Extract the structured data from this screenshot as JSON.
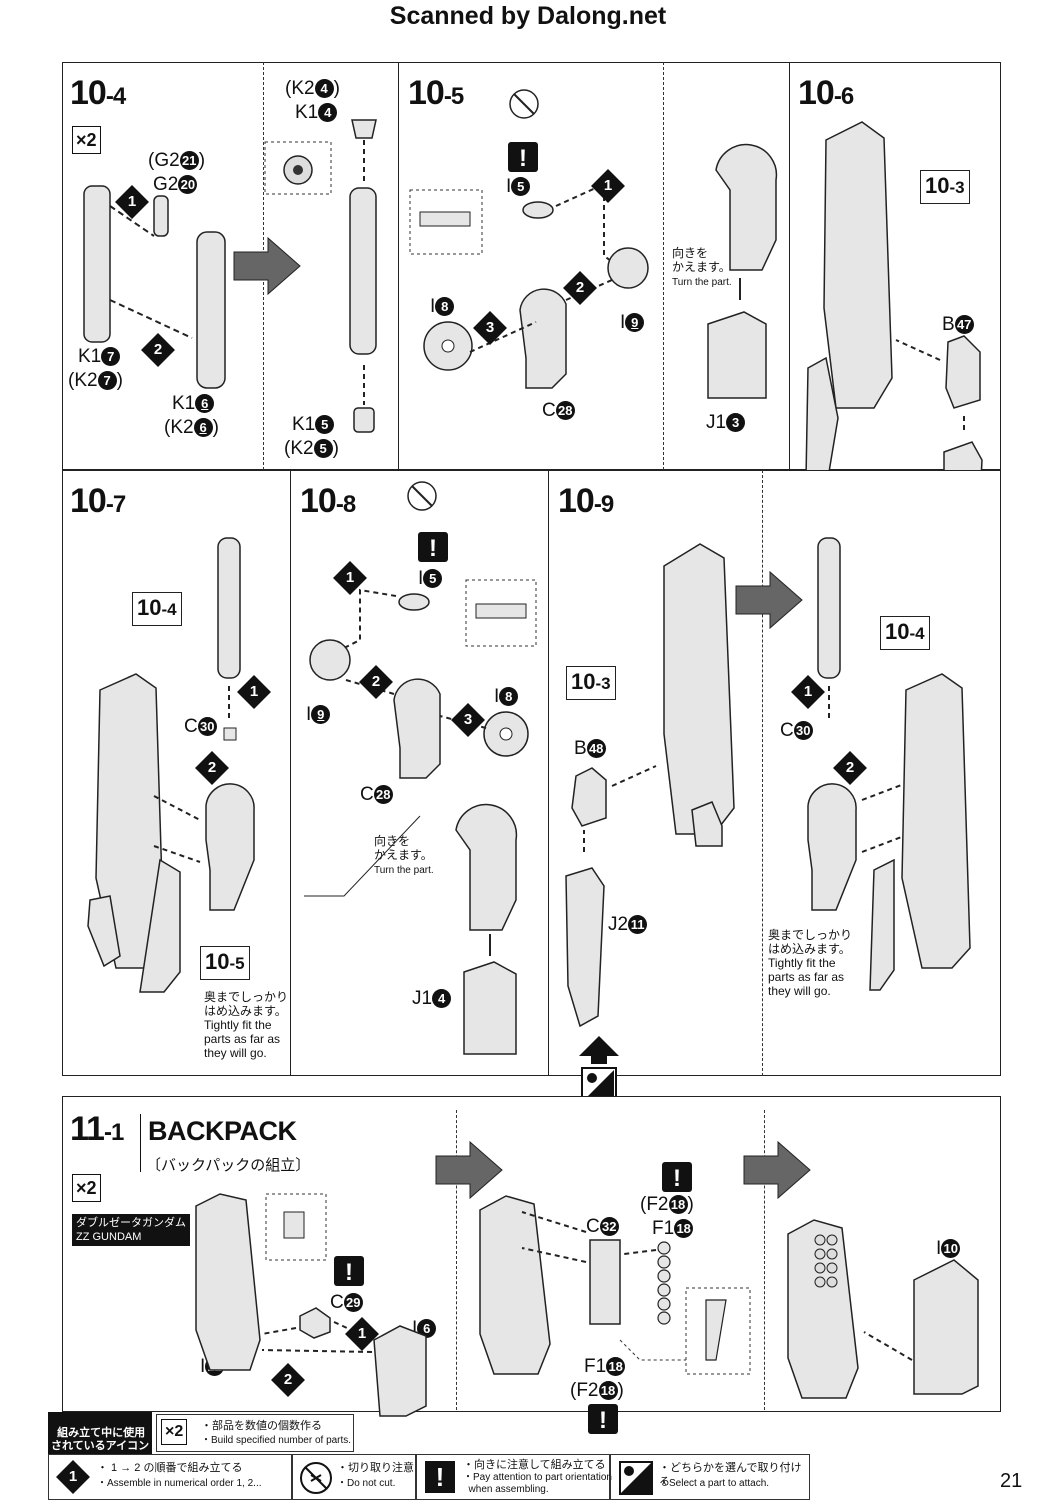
{
  "header": {
    "title": "Scanned by Dalong.net"
  },
  "steps": {
    "s10_4": {
      "major": "10",
      "minor": "-4",
      "repeat": "×2",
      "labels": {
        "g2_21": "(G2",
        "g2_21n": "21",
        "g2_21c": ")",
        "g2_20": "G2",
        "g2_20n": "20",
        "k1_7": "K1",
        "k1_7n": "7",
        "k2_7": "(K2",
        "k2_7n": "7",
        "k2_7c": ")",
        "k1_6": "K1",
        "k1_6n": "6",
        "k2_6": "(K2",
        "k2_6n": "6",
        "k2_6c": ")",
        "k2_4": "(K2",
        "k2_4n": "4",
        "k2_4c": ")",
        "k1_4": "K1",
        "k1_4n": "4",
        "k1_5": "K1",
        "k1_5n": "5",
        "k2_5": "(K2",
        "k2_5n": "5",
        "k2_5c": ")"
      }
    },
    "s10_5": {
      "major": "10",
      "minor": "-5",
      "labels": {
        "i5": "I",
        "i5n": "5",
        "i8": "I",
        "i8n": "8",
        "i9": "I",
        "i9n": "9",
        "c28": "C",
        "c28n": "28",
        "j1_3": "J1",
        "j1_3n": "3"
      },
      "note_jp": "向きを\nかえます。",
      "note_en": "Turn the part."
    },
    "s10_6": {
      "major": "10",
      "minor": "-6",
      "ref": "10",
      "ref_minor": "-3",
      "labels": {
        "b47": "B",
        "b47n": "47",
        "j2_11": "J2",
        "j2_11n": "11"
      }
    },
    "s10_7": {
      "major": "10",
      "minor": "-7",
      "ref_top": "10",
      "ref_top_minor": "-4",
      "ref_bot": "10",
      "ref_bot_minor": "-5",
      "labels": {
        "c30": "C",
        "c30n": "30"
      },
      "note_jp": "奥までしっかり\nはめ込みます。",
      "note_en": "Tightly fit the\nparts as far as\nthey will go."
    },
    "s10_8": {
      "major": "10",
      "minor": "-8",
      "labels": {
        "i5": "I",
        "i5n": "5",
        "i9": "I",
        "i9n": "9",
        "i8": "I",
        "i8n": "8",
        "c28": "C",
        "c28n": "28",
        "j1_4": "J1",
        "j1_4n": "4"
      },
      "note_jp": "向きを\nかえます。",
      "note_en": "Turn the part."
    },
    "s10_9": {
      "major": "10",
      "minor": "-9",
      "ref_a": "10",
      "ref_a_minor": "-3",
      "ref_b": "10",
      "ref_b_minor": "-4",
      "labels": {
        "b48": "B",
        "b48n": "48",
        "j2_11": "J2",
        "j2_11n": "11",
        "c30": "C",
        "c30n": "30"
      },
      "note_jp": "奥までしっかり\nはめ込みます。",
      "note_en": "Tightly fit the\nparts as far as\nthey will go."
    },
    "s11_1": {
      "major": "11",
      "minor": "-1",
      "title": "BACKPACK",
      "subtitle_jp": "〔バックパックの組立〕",
      "repeat": "×2",
      "badge_jp": "ダブルゼータガンダム",
      "badge_en": "ZZ GUNDAM",
      "labels": {
        "c29": "C",
        "c29n": "29",
        "i6": "I",
        "i6n": "6",
        "i12": "I",
        "i12n": "12",
        "c32": "C",
        "c32n": "32",
        "f2_18a": "(F2",
        "f2_18an": "18",
        "f2_18ac": ")",
        "f1_18a": "F1",
        "f1_18an": "18",
        "f1_18b": "F1",
        "f1_18bn": "18",
        "f2_18b": "(F2",
        "f2_18bn": "18",
        "f2_18bc": ")",
        "i10": "I",
        "i10n": "10"
      }
    }
  },
  "legend": {
    "title_jp": "組み立て中に使用\nされているアイコン",
    "title_en": "Symbols used in instructions",
    "x2_jp": "・部品を数値の個数作る",
    "x2_en": "・Build specified number of parts.",
    "x2_icon": "×2",
    "order_jp": "・ 1 → 2 の順番で組み立てる",
    "order_en": "・Assemble in numerical order 1, 2...",
    "cut_jp": "・切り取り注意",
    "cut_en": "・Do not cut.",
    "attn_jp": "・向きに注意して組み立てる",
    "attn_en": "・Pay attention to part orientation\n  when assembling.",
    "select_jp": "・どちらかを選んで取り付ける",
    "select_en": "・Select a part to attach."
  },
  "page_number": "21"
}
